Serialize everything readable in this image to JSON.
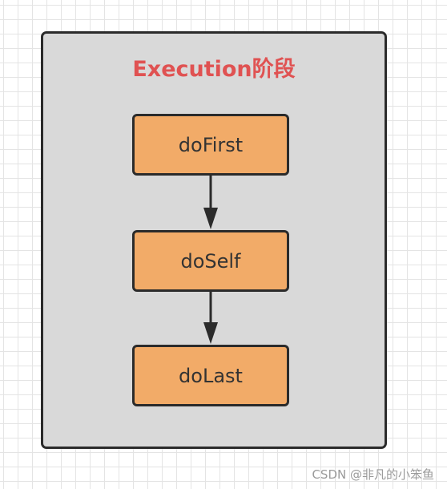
{
  "diagram": {
    "stage_title": "Execution阶段",
    "nodes": [
      {
        "label": "doFirst"
      },
      {
        "label": "doSelf"
      },
      {
        "label": "doLast"
      }
    ],
    "colors": {
      "stage_fill": "#d9d9d9",
      "node_fill": "#f2ab68",
      "title_text": "#e05252",
      "stroke": "#2b2b2b"
    }
  },
  "watermark": "CSDN @非凡的小笨鱼"
}
